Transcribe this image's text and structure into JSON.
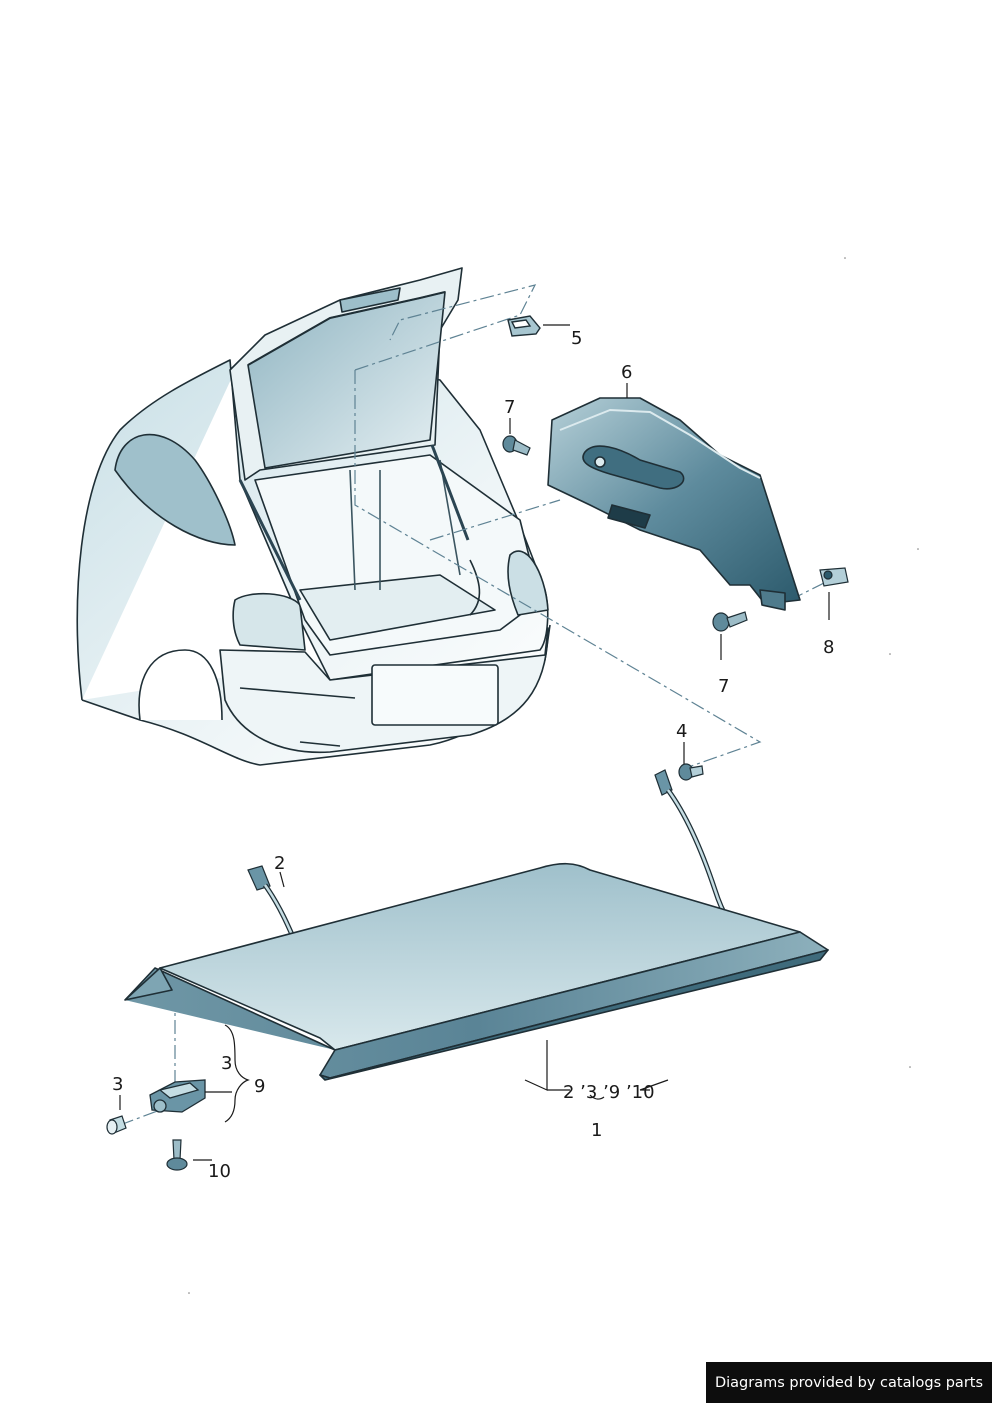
{
  "callouts": {
    "c5": "5",
    "c6": "6",
    "c7a": "7",
    "c7b": "7",
    "c8": "8",
    "c4": "4",
    "c2": "2",
    "c3a": "3",
    "c3b": "3",
    "c9": "9",
    "c10": "10",
    "c1": "1",
    "c_group": "2 ’3 ’9 ’10"
  },
  "footer": {
    "text": "Diagrams provided by catalogs parts"
  },
  "colors": {
    "part_light": "#c4dde3",
    "part_mid": "#7aa3b1",
    "part_dark": "#2e5d70",
    "line": "#1a1a1a",
    "leader_dash": "#5f8394"
  }
}
